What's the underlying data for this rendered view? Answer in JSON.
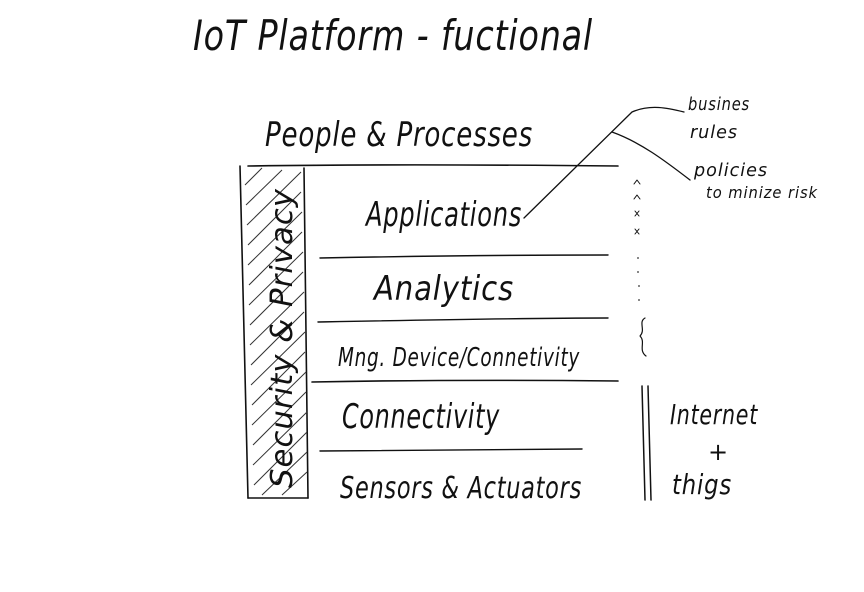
{
  "title": "IoT Platform - fuctional",
  "top_layer": "People & Processes",
  "side_band": "Security & Privacy",
  "layers": [
    "Applications",
    "Analytics",
    "Mng. Device/Connetivity",
    "Connectivity",
    "Sensors & Actuators"
  ],
  "notes": {
    "business_rules_line1": "busines",
    "business_rules_line2": "rules",
    "policies_line1": "policies",
    "policies_line2": "to minize risk"
  },
  "right_group": {
    "line1": "Internet",
    "line2": "+",
    "line3": "thigs"
  },
  "colors": {
    "ink": "#111111",
    "background": "#ffffff"
  }
}
